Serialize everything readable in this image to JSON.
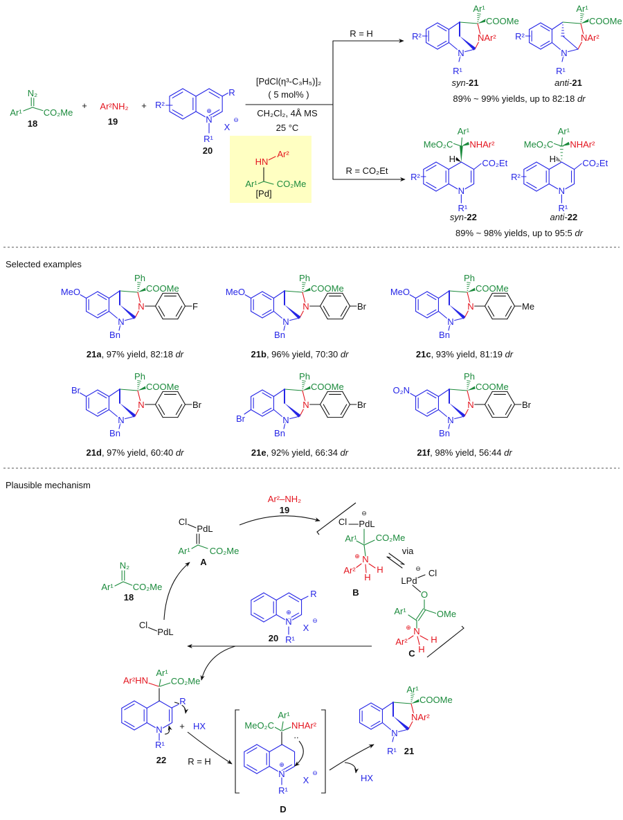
{
  "colors": {
    "k": "#111111",
    "g": "#1b8a3c",
    "b": "#2525e6",
    "r": "#e3141e",
    "box": "#ffffc2",
    "divider": "#555555"
  },
  "scheme": {
    "plus": "+",
    "hyphen": "-",
    "r18": {
      "n2": "N₂",
      "ar1": "Ar¹",
      "ester": "CO₂Me",
      "label": "18"
    },
    "r19": {
      "formula": "Ar²NH₂",
      "label": "19"
    },
    "r20": {
      "r": "R",
      "r2": "R²",
      "n": "N",
      "cation": "⊕",
      "x": "X",
      "anion": "⊖",
      "r1": "R¹",
      "label": "20"
    },
    "conditions": {
      "catalyst": "[PdCl(η³-C₃H₅)]₂",
      "loading": "( 5 mol% )",
      "solvent": "CH₂Cl₂, 4Å MS",
      "temperature": "25 °C"
    },
    "box": {
      "hn": "HN",
      "ar2": "Ar²",
      "ar1": "Ar¹",
      "ester": "CO₂Me",
      "pd": "[Pd]"
    },
    "branch_h": "R = H",
    "branch_co2et": "R = CO₂Et",
    "p21": {
      "ar1": "Ar¹",
      "ester": "COOMe",
      "nar2": "NAr²",
      "r2": "R²",
      "n": "N",
      "r1": "R¹",
      "syn": "syn",
      "anti": "anti",
      "num": "21",
      "yield": "89% ~ 99% yields, up to 82:18 ",
      "dr": "dr"
    },
    "p22": {
      "meo2c": "MeO₂C",
      "ar1": "Ar¹",
      "nhar2": "NHAr²",
      "h": "H",
      "co2et": "CO₂Et",
      "r2": "R²",
      "n": "N",
      "r1": "R¹",
      "syn": "syn",
      "anti": "anti",
      "num": "22",
      "yield": "89% ~ 98% yields, up to 95:5 ",
      "dr": "dr"
    }
  },
  "examples": {
    "title": "Selected examples",
    "ph": "Ph",
    "ester": "COOMe",
    "n": "N",
    "bn": "Bn",
    "items": [
      {
        "id": "21a",
        "sub": "MeO",
        "para": "F",
        "yield": ", 97% yield, 82:18 ",
        "dr": "dr"
      },
      {
        "id": "21b",
        "sub": "MeO",
        "para": "Br",
        "yield": ", 96% yield, 70:30 ",
        "dr": "dr"
      },
      {
        "id": "21c",
        "sub": "MeO",
        "para": "Me",
        "yield": ", 93% yield, 81:19 ",
        "dr": "dr"
      },
      {
        "id": "21d",
        "sub": "Br",
        "para": "Br",
        "yield": ", 97% yield, 60:40 ",
        "dr": "dr"
      },
      {
        "id": "21e",
        "sub": "Br",
        "para": "Br",
        "yield": ", 92% yield, 66:34 ",
        "dr": "dr"
      },
      {
        "id": "21f",
        "sub": "O₂N",
        "para": "Br",
        "yield": ", 98% yield, 56:44 ",
        "dr": "dr"
      }
    ]
  },
  "mechanism": {
    "title": "Plausible mechanism",
    "amine": {
      "formula": "Ar²–NH₂",
      "label": "19"
    },
    "A": {
      "cl": "Cl",
      "pdl": "PdL",
      "ar1": "Ar¹",
      "ester": "CO₂Me",
      "label": "A"
    },
    "diazo": {
      "n2": "N₂",
      "ar1": "Ar¹",
      "ester": "CO₂Me",
      "label": "18"
    },
    "catalyst": {
      "cl": "Cl",
      "pdl": "PdL"
    },
    "B": {
      "anion": "⊖",
      "cl": "Cl",
      "pdl": "PdL",
      "ar1": "Ar¹",
      "ester": "CO₂Me",
      "cation": "⊕",
      "n": "N",
      "ar2": "Ar²",
      "h": "H",
      "label": "B"
    },
    "via": "via",
    "C": {
      "anion": "⊖",
      "cl": "Cl",
      "lpd": "LPd",
      "o": "O",
      "ar1": "Ar¹",
      "ome": "OMe",
      "cation": "⊕",
      "n": "N",
      "ar2": "Ar²",
      "h": "H",
      "label": "C"
    },
    "quinolinium": {
      "r": "R",
      "cation": "⊕",
      "n": "N",
      "x": "X",
      "anion": "⊖",
      "r1": "R¹",
      "label": "20"
    },
    "adduct": {
      "ar2hn": "Ar²HN",
      "ar1": "Ar¹",
      "ester": "CO₂Me",
      "r": "R",
      "n": "N",
      "r1": "R¹",
      "label": "22",
      "plus": "+",
      "hx": "HX",
      "condition": "R = H"
    },
    "D": {
      "meo2c": "MeO₂C",
      "ar1": "Ar¹",
      "nhar2": "NHAr²",
      "lone_pair": "..",
      "cation": "⊕",
      "n": "N",
      "x": "X",
      "anion": "⊖",
      "r1": "R¹",
      "label": "D"
    },
    "release": {
      "hx": "HX"
    },
    "product": {
      "ar1": "Ar¹",
      "ester": "COOMe",
      "nar2": "NAr²",
      "n": "N",
      "r1": "R¹",
      "label": "21"
    }
  }
}
